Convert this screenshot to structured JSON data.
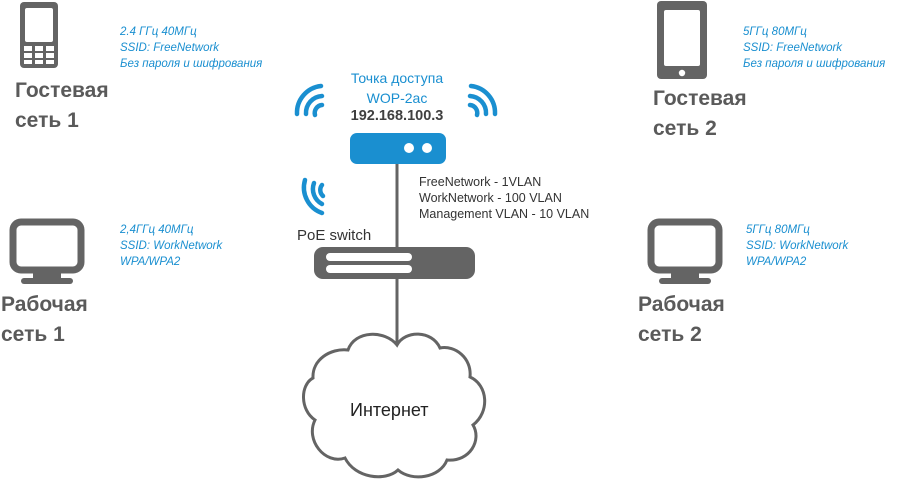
{
  "colors": {
    "device_gray": "#646464",
    "accent_blue": "#1a8fd0",
    "text_dark": "#333333"
  },
  "access_point": {
    "title_line1": "Точка доступа",
    "title_line2": "WOP-2ac",
    "ip": "192.168.100.3",
    "icon": "access-point-icon"
  },
  "vlans": [
    "FreeNetwork - 1VLAN",
    "WorkNetwork - 100 VLAN",
    "Management VLAN - 10 VLAN"
  ],
  "switch": {
    "label": "PoE switch",
    "icon": "switch-icon"
  },
  "internet": {
    "label": "Интернет",
    "icon": "cloud-icon"
  },
  "clients": {
    "guest1": {
      "icon": "mobile-phone-icon",
      "name_line1": "Гостевая",
      "name_line2": "сеть 1",
      "info": [
        "2.4 ГГц 40МГц",
        "SSID: FreeNetwork",
        "Без пароля и шифрования"
      ]
    },
    "guest2": {
      "icon": "tablet-icon",
      "name_line1": "Гостевая",
      "name_line2": "сеть 2",
      "info": [
        "5ГГц 80МГц",
        "SSID: FreeNetwork",
        "Без пароля и шифрования"
      ]
    },
    "work1": {
      "icon": "monitor-icon",
      "name_line1": "Рабочая",
      "name_line2": "сеть 1",
      "info": [
        "2,4ГГц 40МГц",
        "SSID: WorkNetwork",
        "WPA/WPA2"
      ]
    },
    "work2": {
      "icon": "monitor-icon",
      "name_line1": "Рабочая",
      "name_line2": "сеть 2",
      "info": [
        "5ГГц 80МГц",
        "SSID: WorkNetwork",
        "WPA/WPA2"
      ]
    }
  }
}
